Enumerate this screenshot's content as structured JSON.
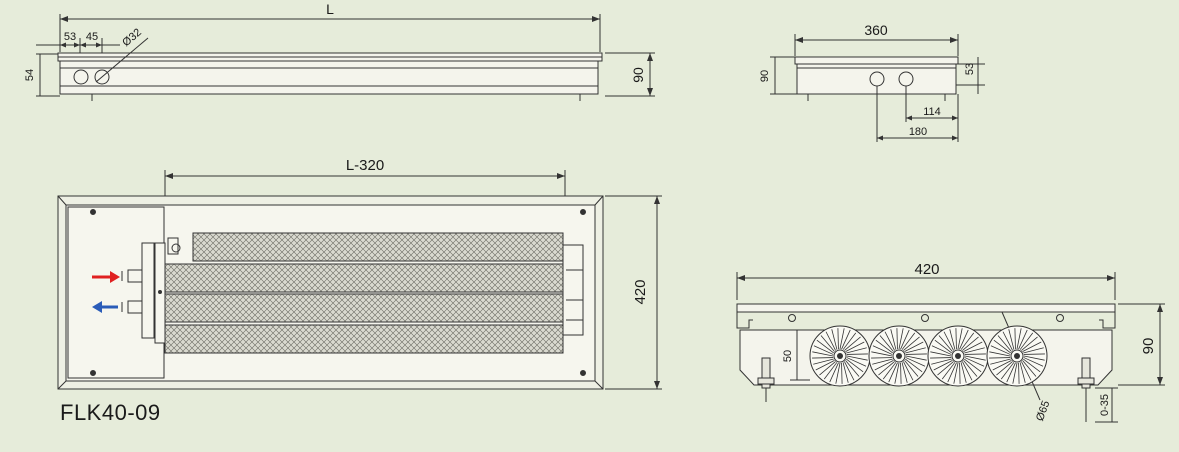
{
  "model": "FLK40-09",
  "colors": {
    "background": "#e6ecda",
    "line": "#333333",
    "flow_in": "#e02020",
    "flow_out": "#2a5cb8"
  },
  "icons": {
    "flow_in": "arrow-right-icon",
    "flow_out": "arrow-left-icon"
  },
  "side_view": {
    "length": "L",
    "dim_53": "53",
    "dim_45": "45",
    "pipe_dia": "Ø32",
    "height_54": "54",
    "height_90": "90"
  },
  "end_view": {
    "width": "360",
    "height_90": "90",
    "height_53": "53",
    "dim_114": "114",
    "dim_180": "180"
  },
  "top_view": {
    "length": "L-320",
    "width": "420"
  },
  "section_view": {
    "width": "420",
    "height_90": "90",
    "height_50": "50",
    "fan_dia": "Ø65",
    "feet": "0-35"
  }
}
